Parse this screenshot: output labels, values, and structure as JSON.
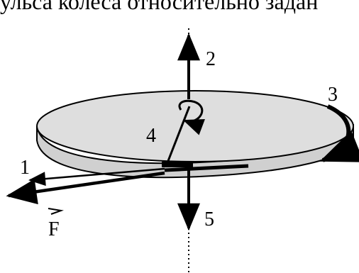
{
  "header": {
    "text": "ульса колеса относительно задан"
  },
  "labels": {
    "one": "1",
    "two": "2",
    "three": "3",
    "four": "4",
    "five": "5",
    "force": "F"
  }
}
